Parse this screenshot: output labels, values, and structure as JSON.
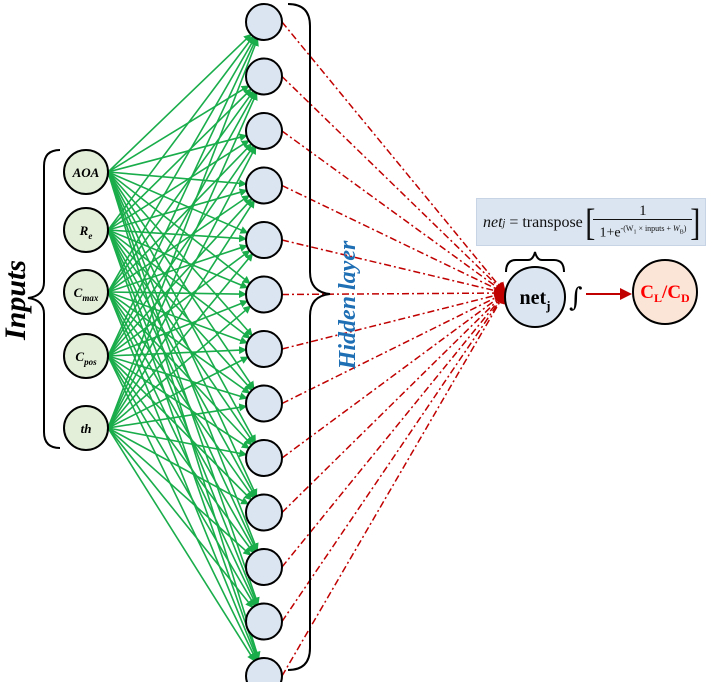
{
  "inputs_label": "Inputs",
  "hidden_layer_label": "Hidden layer",
  "inputs": [
    {
      "base": "AOA",
      "sub": ""
    },
    {
      "base": "R",
      "sub": "e"
    },
    {
      "base": "C",
      "sub": "max"
    },
    {
      "base": "C",
      "sub": "pos"
    },
    {
      "base": "th",
      "sub": ""
    }
  ],
  "hidden_node_count": 13,
  "net_node": {
    "base": "net",
    "sub": "j"
  },
  "integral_symbol": "∫",
  "output_node": {
    "num": "C",
    "num_sub": "L",
    "slash": "/",
    "den": "C",
    "den_sub": "D"
  },
  "formula": {
    "lhs": "net",
    "lhs_sub": "j",
    "eq": " = transpose",
    "numerator": "1",
    "den_main": "1+e",
    "den_exp": "-(W",
    "den_exp_w1": "1",
    "den_exp_mid": " × inputs + ",
    "den_exp_w2": "W",
    "den_exp_w2_sub": "B",
    "den_exp_close": ")"
  },
  "colors": {
    "input_fill": "#e3efd9",
    "hidden_fill": "#dbe5f1",
    "output_fill": "#fbe5d6",
    "input_edges": "#1aad4b",
    "hidden_edges": "#c00000",
    "output_text": "#ff0000",
    "hidden_label": "#1f6fb5"
  }
}
